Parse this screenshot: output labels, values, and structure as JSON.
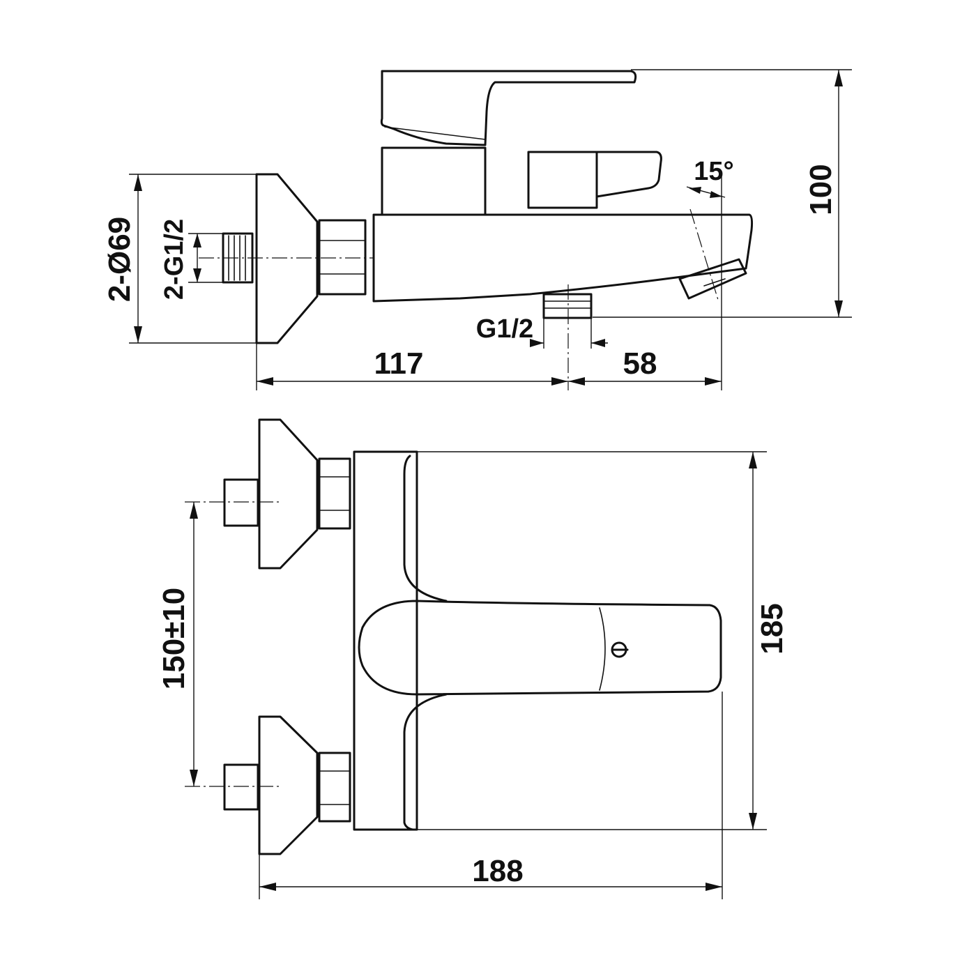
{
  "dimensions": {
    "height_overall": "100",
    "flange_diameter": "2-Ø69",
    "inlet_thread": "2-G1/2",
    "outlet_thread": "G1/2",
    "spout_angle": "15°",
    "wall_to_outlet": "117",
    "outlet_to_spout": "58",
    "inlet_spacing": "150±10",
    "depth_top_view": "185",
    "width_overall": "188"
  }
}
